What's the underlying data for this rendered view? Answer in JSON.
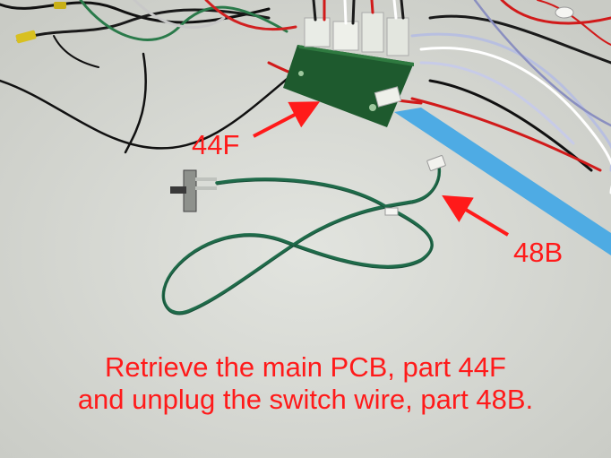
{
  "image": {
    "subject": "PCB board with wiring harness and a green switch wire",
    "colors": {
      "background": "#d9dbd6",
      "pcb": "#1e5a2e",
      "green_wire": "#1f6b4a",
      "annotation": "#ff1a1a",
      "blue_tape": "#3fa6e6"
    }
  },
  "labels": {
    "pcb_part": "44F",
    "wire_part": "48B"
  },
  "caption": {
    "line1": "Retrieve the main PCB, part 44F",
    "line2": "and unplug the switch wire, part 48B."
  }
}
